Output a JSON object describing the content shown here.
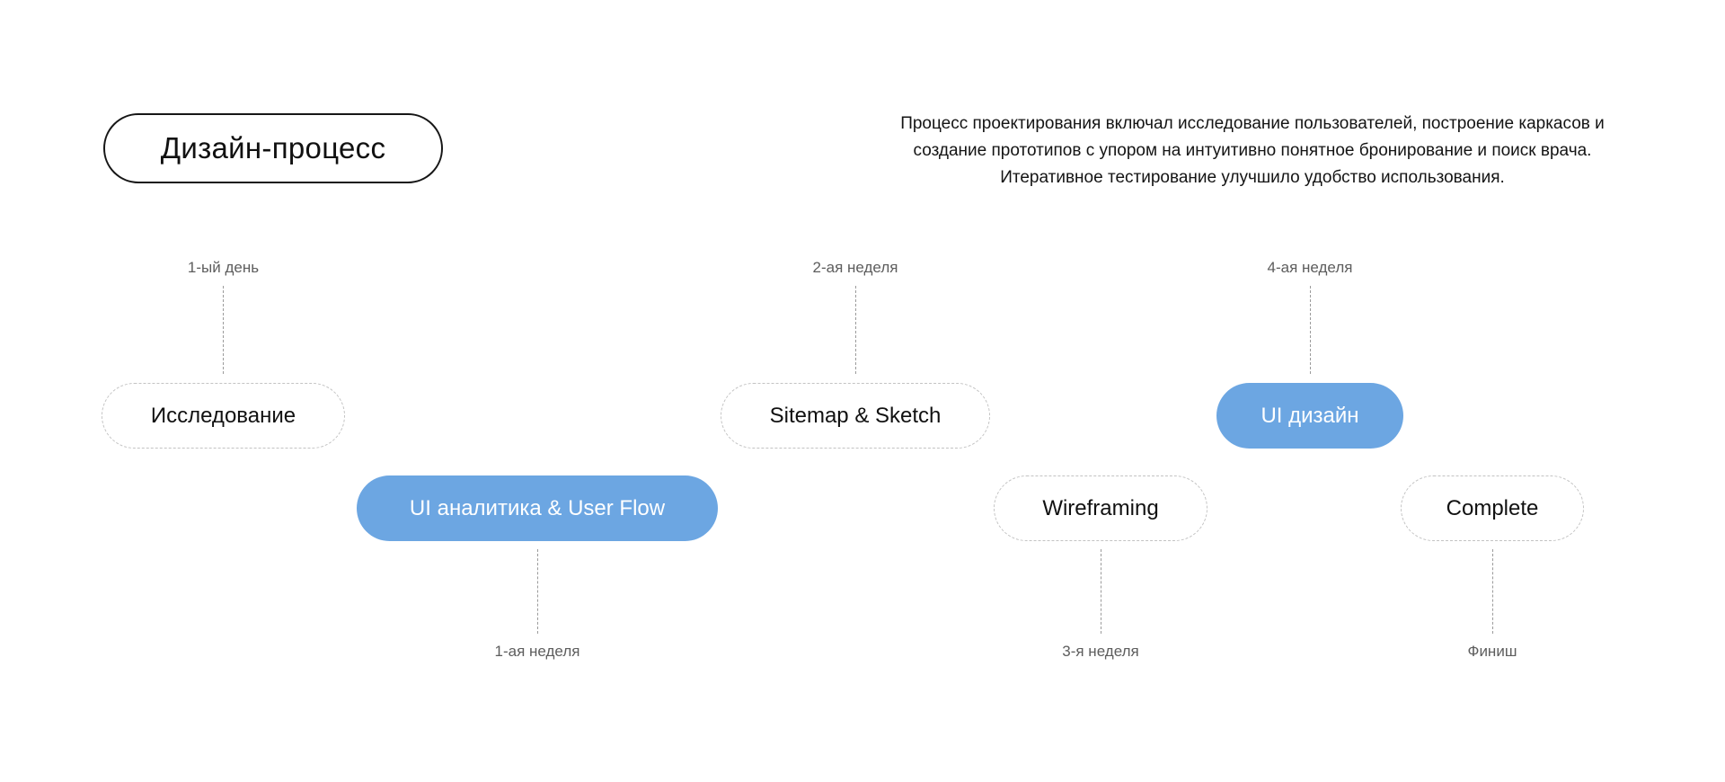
{
  "header": {
    "title": "Дизайн-процесс",
    "description_lines": [
      "Процесс проектирования включал исследование пользователей, построение каркасов и",
      "создание прототипов с упором на интуитивно понятное бронирование и поиск врача.",
      "Итеративное тестирование улучшило удобство использования."
    ]
  },
  "colors": {
    "accent_blue": "#6CA6E2",
    "pill_border_dashed": "#c3c3c3",
    "label_text": "#5d5d5d",
    "pill_text_on_blue": "#ffffff"
  },
  "timeline": {
    "nodes": [
      {
        "id": "research",
        "label": "Исследование",
        "style": "dashed",
        "time_label": "1-ый день",
        "time_position": "top"
      },
      {
        "id": "ui-analytics",
        "label": "UI аналитика & User Flow",
        "style": "filled",
        "time_label": "1-ая неделя",
        "time_position": "bottom"
      },
      {
        "id": "sitemap-sketch",
        "label": "Sitemap & Sketch",
        "style": "dashed",
        "time_label": "2-ая неделя",
        "time_position": "top"
      },
      {
        "id": "wireframing",
        "label": "Wireframing",
        "style": "dashed",
        "time_label": "3-я неделя",
        "time_position": "bottom"
      },
      {
        "id": "ui-design",
        "label": "UI дизайн",
        "style": "filled",
        "time_label": "4-ая неделя",
        "time_position": "top"
      },
      {
        "id": "complete",
        "label": "Complete",
        "style": "dashed",
        "time_label": "Финиш",
        "time_position": "bottom"
      }
    ]
  }
}
